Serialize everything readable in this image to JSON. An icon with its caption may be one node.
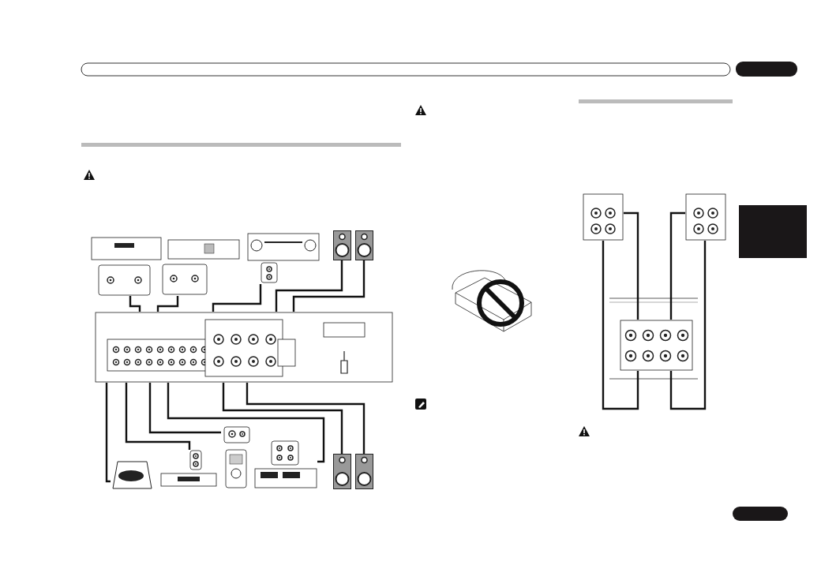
{
  "diagram": {
    "nodes": [
      {
        "text": [],
        "shape": "picture"
      },
      {
        "text": [],
        "shape": "picture"
      },
      {
        "text": [],
        "shape": "picture"
      },
      {
        "text": [],
        "shape": "picture"
      },
      {
        "text": [],
        "shape": "picture"
      },
      {
        "text": [],
        "shape": "picture"
      },
      {
        "text": [],
        "shape": "picture"
      },
      {
        "text": [],
        "shape": "picture"
      },
      {
        "text": [],
        "shape": "picture"
      },
      {
        "text": [],
        "shape": "picture"
      },
      {
        "text": [],
        "shape": "picture"
      },
      {
        "text": [],
        "shape": "picture"
      },
      {
        "text": [],
        "shape": "picture"
      },
      {
        "text": [],
        "shape": "picture"
      },
      {
        "text": [],
        "shape": "picture"
      },
      {
        "text": [],
        "shape": "box"
      },
      {
        "text": [],
        "shape": "box"
      },
      {
        "text": [],
        "shape": "box"
      }
    ],
    "edges": [
      {
        "from": 0,
        "to": 5,
        "arrow": "none"
      },
      {
        "from": 1,
        "to": 5,
        "arrow": "none"
      },
      {
        "from": 2,
        "to": 5,
        "arrow": "none"
      },
      {
        "from": 3,
        "to": 5,
        "arrow": "none"
      },
      {
        "from": 4,
        "to": 5,
        "arrow": "none"
      },
      {
        "from": 5,
        "to": 6,
        "arrow": "none"
      },
      {
        "from": 5,
        "to": 7,
        "arrow": "none"
      },
      {
        "from": 5,
        "to": 8,
        "arrow": "none"
      },
      {
        "from": 5,
        "to": 9,
        "arrow": "none"
      },
      {
        "from": 5,
        "to": 10,
        "arrow": "none"
      },
      {
        "from": 5,
        "to": 11,
        "arrow": "none"
      },
      {
        "from": 12,
        "to": 14,
        "arrow": "none"
      },
      {
        "from": 12,
        "to": 14,
        "arrow": "none"
      },
      {
        "from": 13,
        "to": 14,
        "arrow": "none"
      },
      {
        "from": 13,
        "to": 14,
        "arrow": "none"
      }
    ]
  }
}
